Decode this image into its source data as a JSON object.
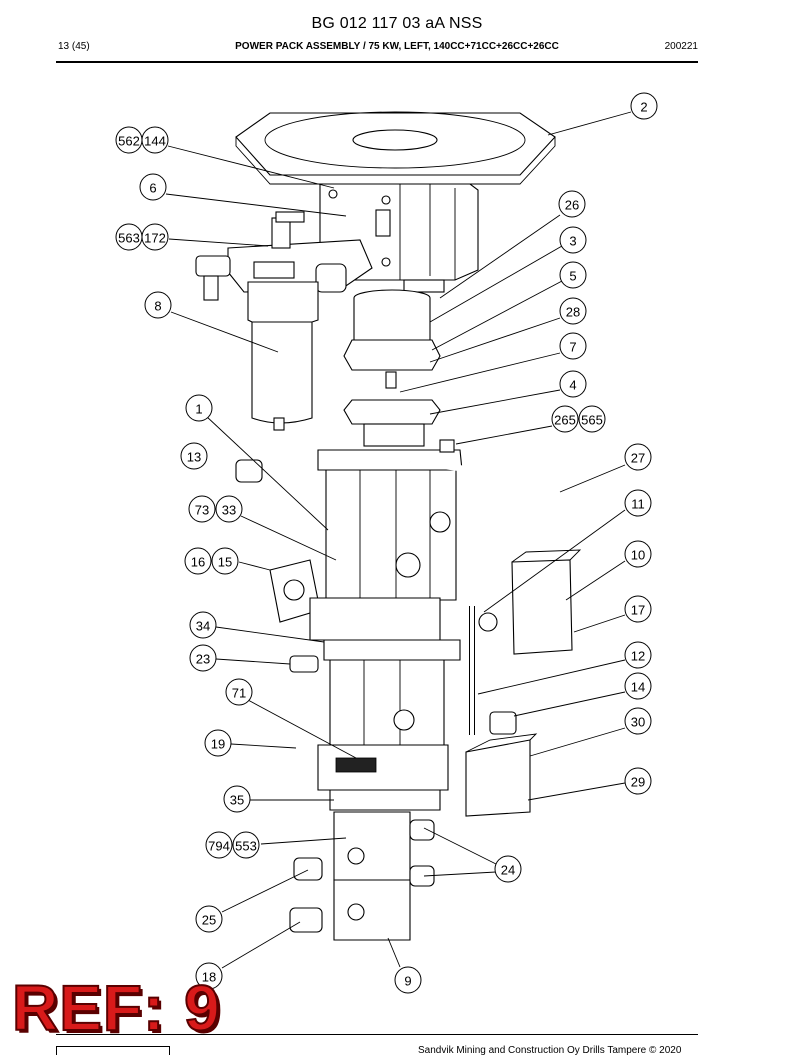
{
  "header": {
    "document_number": "BG 012 117 03 aA NSS",
    "page": "13 (45)",
    "title": "POWER PACK ASSEMBLY / 75 KW, LEFT, 140CC+71CC+26CC+26CC",
    "date": "200221"
  },
  "footer": {
    "copyright": "Sandvik Mining and Construction Oy Drills Tampere © 2020"
  },
  "reference_label": "REF: 9",
  "callouts": [
    {
      "id": "c-2",
      "label": "2"
    },
    {
      "id": "c-562",
      "label": "562"
    },
    {
      "id": "c-144",
      "label": "144"
    },
    {
      "id": "c-6",
      "label": "6"
    },
    {
      "id": "c-26",
      "label": "26"
    },
    {
      "id": "c-563",
      "label": "563"
    },
    {
      "id": "c-172",
      "label": "172"
    },
    {
      "id": "c-3",
      "label": "3"
    },
    {
      "id": "c-5",
      "label": "5"
    },
    {
      "id": "c-8",
      "label": "8"
    },
    {
      "id": "c-28",
      "label": "28"
    },
    {
      "id": "c-7",
      "label": "7"
    },
    {
      "id": "c-4",
      "label": "4"
    },
    {
      "id": "c-1",
      "label": "1"
    },
    {
      "id": "c-265",
      "label": "265"
    },
    {
      "id": "c-565",
      "label": "565"
    },
    {
      "id": "c-13",
      "label": "13"
    },
    {
      "id": "c-27",
      "label": "27"
    },
    {
      "id": "c-73",
      "label": "73"
    },
    {
      "id": "c-33",
      "label": "33"
    },
    {
      "id": "c-11",
      "label": "11"
    },
    {
      "id": "c-10",
      "label": "10"
    },
    {
      "id": "c-16",
      "label": "16"
    },
    {
      "id": "c-15",
      "label": "15"
    },
    {
      "id": "c-17",
      "label": "17"
    },
    {
      "id": "c-34",
      "label": "34"
    },
    {
      "id": "c-12",
      "label": "12"
    },
    {
      "id": "c-23",
      "label": "23"
    },
    {
      "id": "c-14",
      "label": "14"
    },
    {
      "id": "c-71",
      "label": "71"
    },
    {
      "id": "c-30",
      "label": "30"
    },
    {
      "id": "c-19",
      "label": "19"
    },
    {
      "id": "c-29",
      "label": "29"
    },
    {
      "id": "c-35",
      "label": "35"
    },
    {
      "id": "c-794",
      "label": "794"
    },
    {
      "id": "c-553",
      "label": "553"
    },
    {
      "id": "c-24",
      "label": "24"
    },
    {
      "id": "c-25",
      "label": "25"
    },
    {
      "id": "c-18",
      "label": "18"
    },
    {
      "id": "c-9",
      "label": "9"
    }
  ]
}
